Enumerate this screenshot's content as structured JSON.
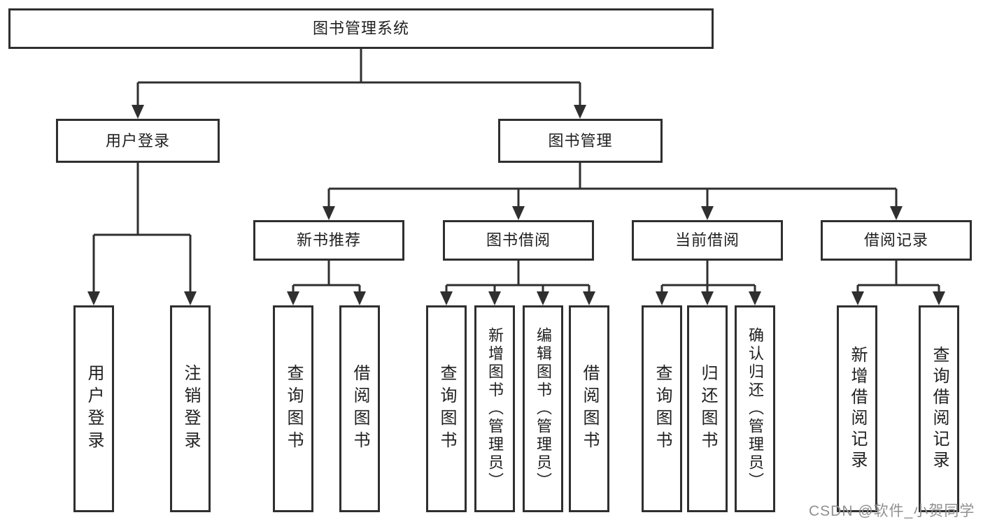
{
  "diagram_title": "图书管理系统",
  "tree": {
    "root": {
      "label": "图书管理系统"
    },
    "branches": [
      {
        "label": "用户登录",
        "children": [
          {
            "label": "用户登录"
          },
          {
            "label": "注销登录"
          }
        ]
      },
      {
        "label": "图书管理",
        "children": [
          {
            "label": "新书推荐",
            "children": [
              {
                "label": "查询图书"
              },
              {
                "label": "借阅图书"
              }
            ]
          },
          {
            "label": "图书借阅",
            "children": [
              {
                "label": "查询图书"
              },
              {
                "label": "新增图书（管理员）"
              },
              {
                "label": "编辑图书（管理员）"
              },
              {
                "label": "借阅图书"
              }
            ]
          },
          {
            "label": "当前借阅",
            "children": [
              {
                "label": "查询图书"
              },
              {
                "label": "归还图书"
              },
              {
                "label": "确认归还（管理员）"
              }
            ]
          },
          {
            "label": "借阅记录",
            "children": [
              {
                "label": "新增借阅记录"
              },
              {
                "label": "查询借阅记录"
              }
            ]
          }
        ]
      }
    ]
  },
  "watermark": {
    "text": "CSDN @软件_小贺同学"
  },
  "colors": {
    "line": "#2f2f2f",
    "text": "#1f1f1f",
    "watermark": "#909090",
    "background": "#ffffff"
  }
}
